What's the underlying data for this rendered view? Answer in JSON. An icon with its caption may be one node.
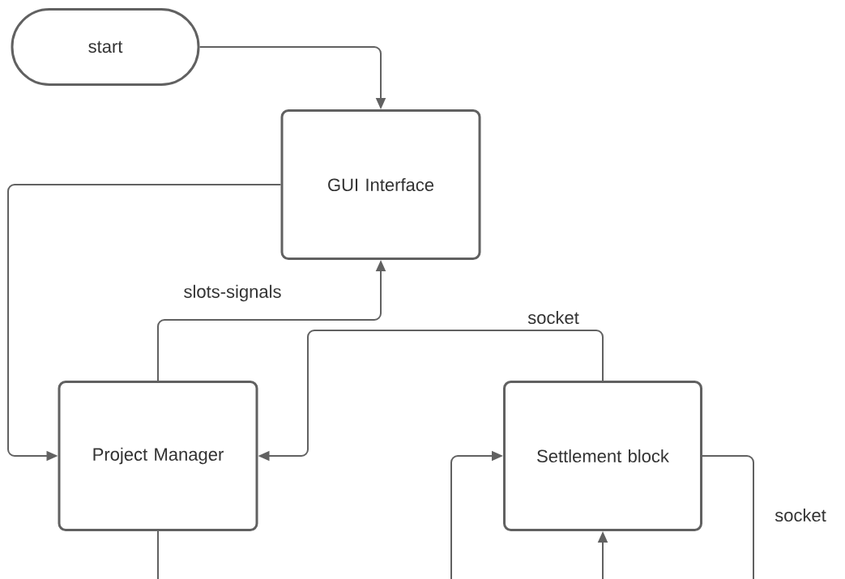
{
  "diagram": {
    "nodes": [
      {
        "text": [
          "start"
        ]
      },
      {
        "text": [
          "GUI Interface"
        ]
      },
      {
        "text": [
          "Project Manager"
        ]
      },
      {
        "text": [
          "Settlement block"
        ]
      }
    ],
    "edges": [
      {
        "from": 0,
        "to": 1,
        "arrow": "to"
      },
      {
        "from": 1,
        "to": 2,
        "arrow": "to"
      },
      {
        "from": 2,
        "to": 1,
        "arrow": "to",
        "label": "slots-signals"
      },
      {
        "from": 3,
        "to": 2,
        "arrow": "to",
        "label": "socket"
      },
      {
        "from": 2,
        "to": 3,
        "arrow": "to"
      },
      {
        "from": 3,
        "to": 3,
        "arrow": "to",
        "label": "socket"
      }
    ]
  }
}
